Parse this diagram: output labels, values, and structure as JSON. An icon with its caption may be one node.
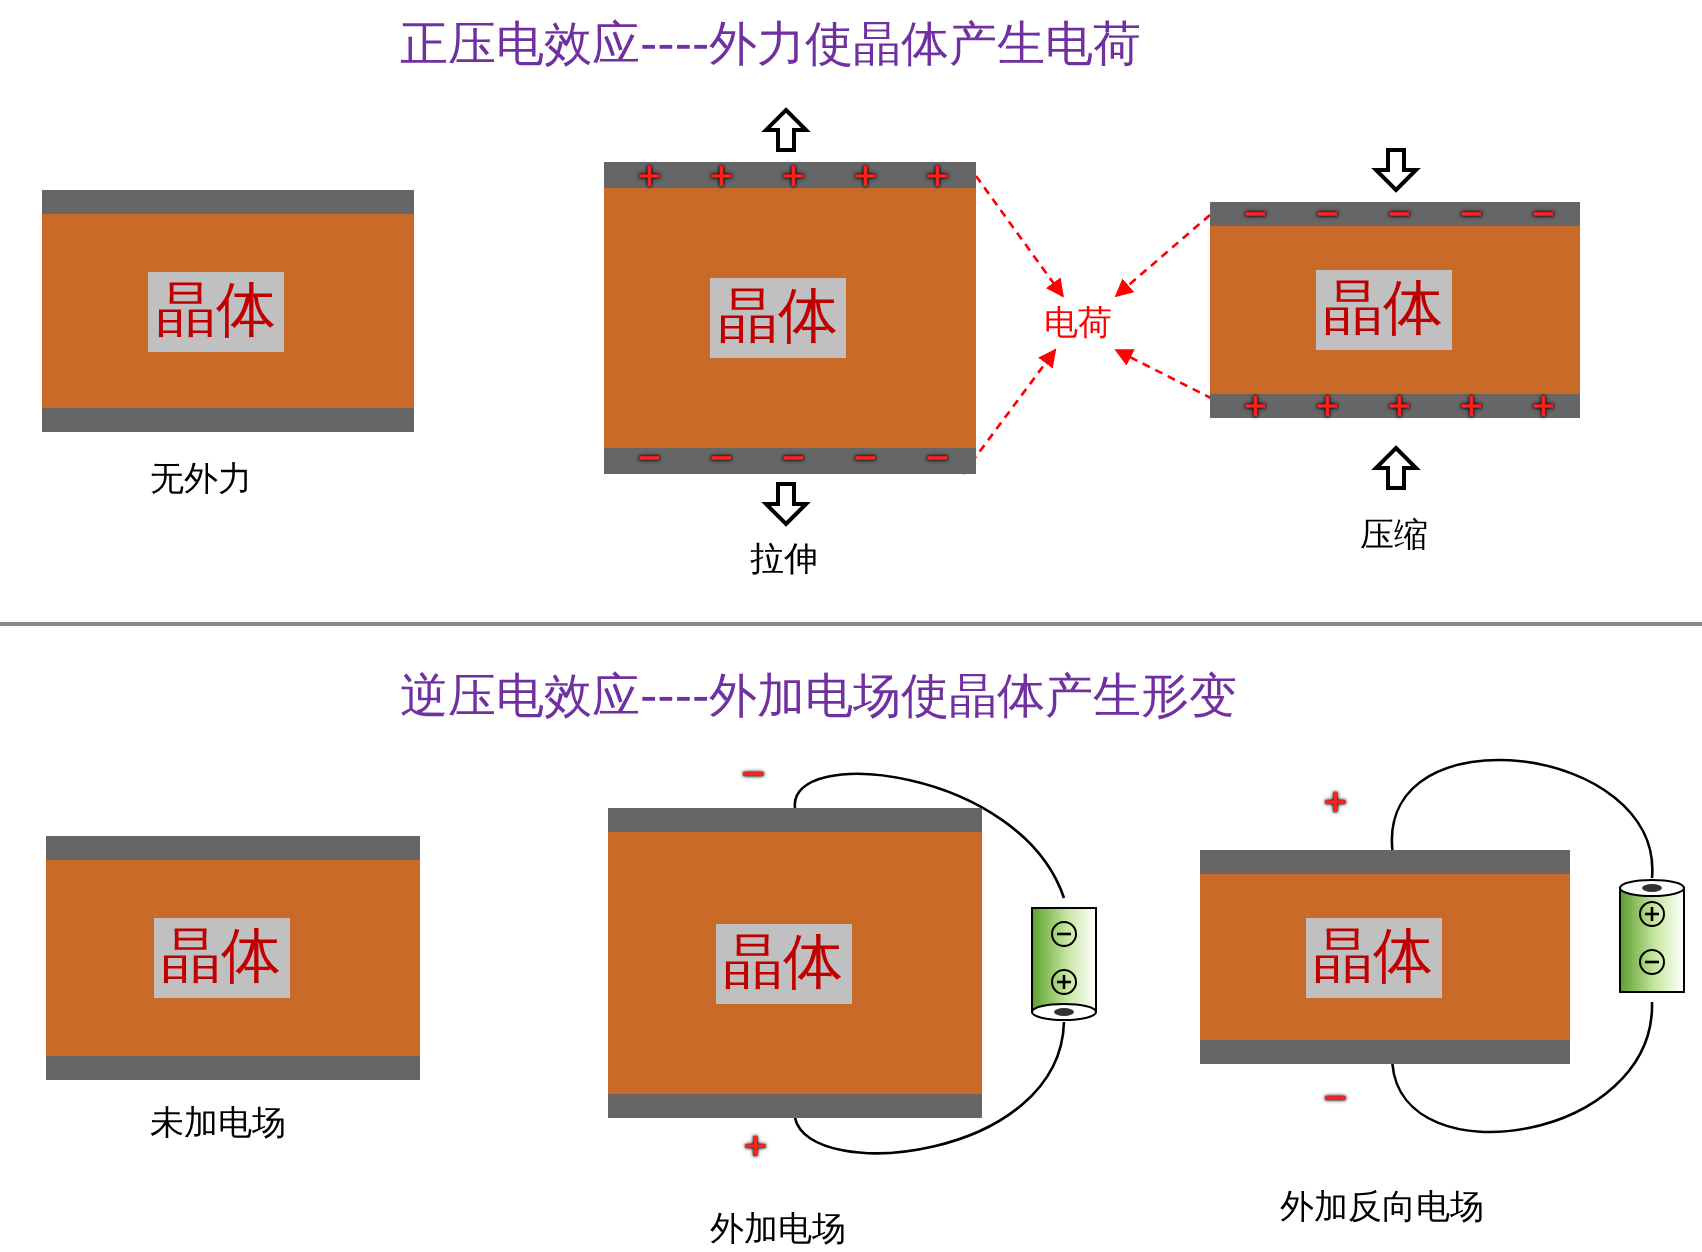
{
  "diagram": {
    "title": "正压电效应----外力使晶体产生电荷",
    "nodes": [
      {
        "text": [
          "晶体"
        ],
        "beside": [
          "无外力"
        ]
      },
      {
        "text": [
          "晶体"
        ],
        "beside": [
          "拉伸"
        ]
      },
      {
        "text": [
          "电荷"
        ]
      },
      {
        "text": [
          "晶体"
        ],
        "beside": [
          "压缩"
        ]
      },
      {
        "text": [
          "晶体"
        ],
        "beside": [
          "未加电场"
        ]
      },
      {
        "text": [
          "晶体"
        ],
        "beside": [
          "外加电场"
        ]
      },
      {
        "text": [],
        "shape": "battery"
      },
      {
        "text": [
          "晶体"
        ],
        "beside": [
          "外加反向电场"
        ]
      },
      {
        "text": [],
        "shape": "battery"
      }
    ],
    "edges": [
      {
        "from": 1,
        "to": 2,
        "arrow": "to",
        "style": "dashed",
        "color": "#ff0000"
      },
      {
        "from": 1,
        "to": 2,
        "arrow": "to",
        "style": "dashed",
        "color": "#ff0000"
      },
      {
        "from": 3,
        "to": 2,
        "arrow": "to",
        "style": "dashed",
        "color": "#ff0000"
      },
      {
        "from": 3,
        "to": 2,
        "arrow": "to",
        "style": "dashed",
        "color": "#ff0000"
      },
      {
        "from": 5,
        "to": 6,
        "arrow": "none",
        "color": "#000000"
      },
      {
        "from": 6,
        "to": 5,
        "arrow": "none",
        "color": "#000000"
      },
      {
        "from": 7,
        "to": 8,
        "arrow": "none",
        "color": "#000000"
      },
      {
        "from": 8,
        "to": 7,
        "arrow": "none",
        "color": "#000000"
      }
    ],
    "labels": [
      "+",
      "+",
      "+",
      "+",
      "+",
      "−",
      "−",
      "−",
      "−",
      "−",
      "−",
      "−",
      "−",
      "−",
      "−",
      "+",
      "+",
      "+",
      "+",
      "+",
      "逆压电效应----外加电场使晶体产生形变",
      "−",
      "+",
      "+",
      "−"
    ]
  }
}
